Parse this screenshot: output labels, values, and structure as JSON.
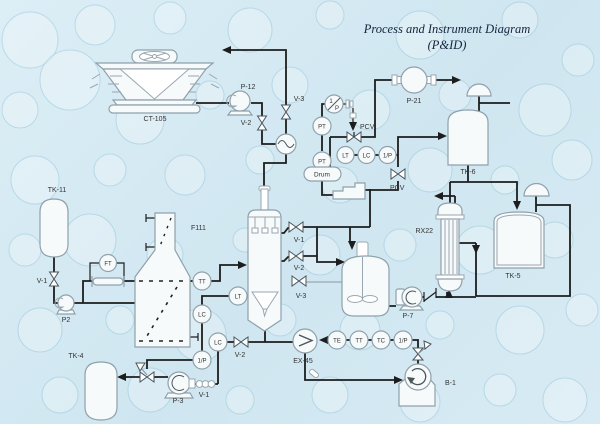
{
  "title": {
    "line1": "Process and Instrument Diagram",
    "line2": "(P&ID)"
  },
  "colors": {
    "background": "#d7eaf3",
    "pipe_line": "#1d1d1d",
    "equipment_fill": "#f7fafb",
    "equipment_stroke": "#8fa1ab",
    "title_text": "#16243d",
    "label_text": "#333333"
  },
  "labels": {
    "ct105": "CT-105",
    "p12": "P-12",
    "v2_top": "V-2",
    "v3_top": "V-3",
    "p21": "P-21",
    "tk6": "TK-6",
    "pcv_top": "PCV",
    "pcv_mid": "PCV",
    "ip_ctrl_num": "1",
    "ip_ctrl_den": "P",
    "pt1": "PT",
    "pt2": "PT",
    "drum": "Drum",
    "lt_mid": "LT",
    "lc_mid": "LC",
    "ip_mid": "1/P",
    "tk11": "TK-11",
    "v1_left": "V-1",
    "p2": "P2",
    "ft": "FT",
    "f111": "F111",
    "tt_furnace": "TT",
    "lt_col": "LT",
    "lc1": "LC",
    "lc2": "LC",
    "ip_left": "1/P",
    "tk4": "TK-4",
    "p3": "P-3",
    "v1_p3": "V-1",
    "v2_bot": "V-2",
    "v1_col": "V-1",
    "v2_col": "V-2",
    "v3_col": "V-3",
    "ex45": "EX-45",
    "te": "TE",
    "tt_loop": "TT",
    "tc": "TC",
    "ip_loop": "1/P",
    "b1": "B-1",
    "p7": "P-7",
    "rx22": "RX22",
    "tk5": "TK-5"
  }
}
